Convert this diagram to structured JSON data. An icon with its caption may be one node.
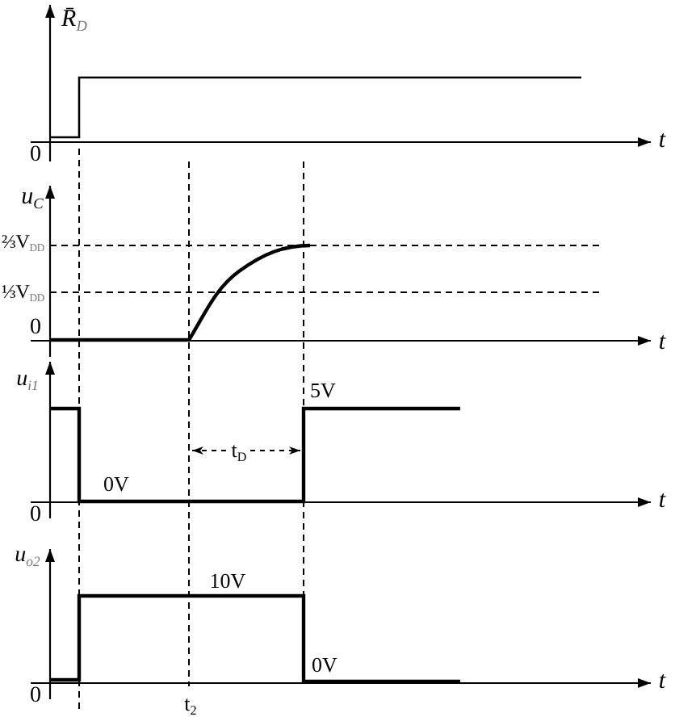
{
  "diagram": {
    "labels": [
      "R̄$_{D}$",
      "t",
      "0",
      "u$_{C}$",
      "⅔V$_{DD}$",
      "⅓V$_{DD}$",
      "0",
      "t",
      "u$_{i1}$",
      "5V",
      "t$_{D}$",
      "0V",
      "t",
      "0",
      "u$_{o2}$",
      "10V",
      "0V",
      "t",
      "0",
      "t$_{2}$"
    ]
  }
}
